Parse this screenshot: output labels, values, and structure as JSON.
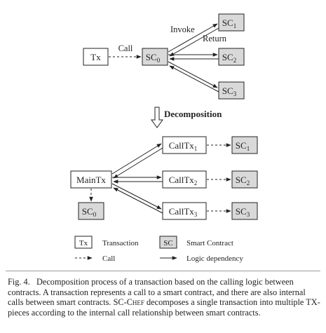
{
  "top": {
    "tx": "Tx",
    "call_label": "Call",
    "invoke_label": "Invoke",
    "return_label": "Return",
    "sc0": {
      "base": "SC",
      "sub": "0"
    },
    "sc1": {
      "base": "SC",
      "sub": "1"
    },
    "sc2": {
      "base": "SC",
      "sub": "2"
    },
    "sc3": {
      "base": "SC",
      "sub": "3"
    }
  },
  "decomposition_label": "Decomposition",
  "bottom": {
    "main": "MainTx",
    "sc0": {
      "base": "SC",
      "sub": "0"
    },
    "calltx1": {
      "base": "CallTx",
      "sub": "1"
    },
    "calltx2": {
      "base": "CallTx",
      "sub": "2"
    },
    "calltx3": {
      "base": "CallTx",
      "sub": "3"
    },
    "sc1": {
      "base": "SC",
      "sub": "1"
    },
    "sc2": {
      "base": "SC",
      "sub": "2"
    },
    "sc3": {
      "base": "SC",
      "sub": "3"
    }
  },
  "legend": {
    "tx_box": "Tx",
    "tx_text": "Transaction",
    "sc_box": "SC",
    "sc_text": "Smart Contract",
    "call_text": "Call",
    "logic_text": "Logic dependency"
  },
  "caption": {
    "fig": "Fig. 4.",
    "part1": "Decomposition process of a transaction based on the calling logic between contracts. A transaction represents a call to a smart contract, and there are also internal calls between smart contracts. SC-",
    "chef": "Chef",
    "part2": " decomposes a single transaction into multiple TX-pieces according to the internal call relationship between smart contracts."
  },
  "colors": {
    "sc_fill": "#d9d9d9",
    "stroke": "#222222"
  }
}
